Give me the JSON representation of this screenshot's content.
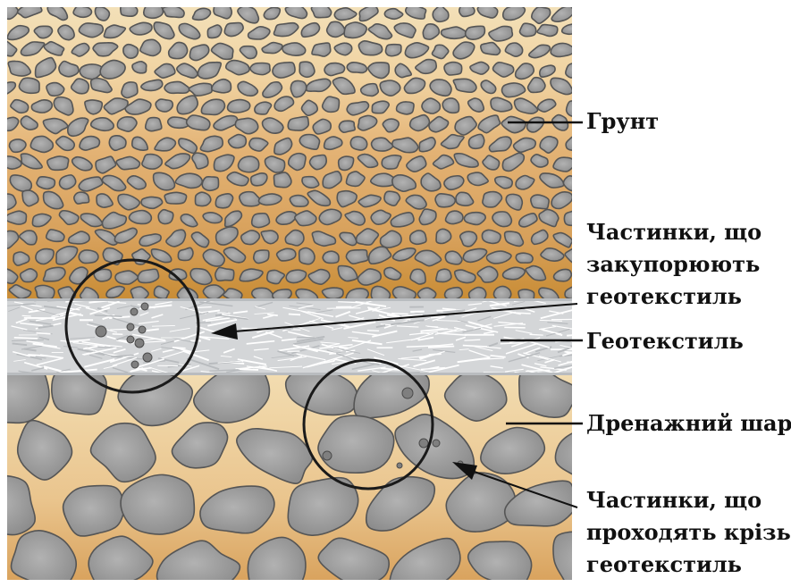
{
  "labels": {
    "soil": "Грунт",
    "clogging": [
      "Частинки, що",
      "закупорюють",
      "геотекстиль"
    ],
    "geotextile": "Геотекстиль",
    "drainage": "Дренажний шар",
    "passing": [
      "Частинки, що",
      "проходять крізь",
      "геотекстиль"
    ]
  },
  "colors": {
    "soil_light": "#f2dcb0",
    "soil_dark": "#c98d36",
    "stone": "#9c9c9c",
    "stone_edge": "#555555",
    "geotextile": "#d4d6d8",
    "fiber": "#ffffff",
    "circle": "#1a1a1a"
  }
}
